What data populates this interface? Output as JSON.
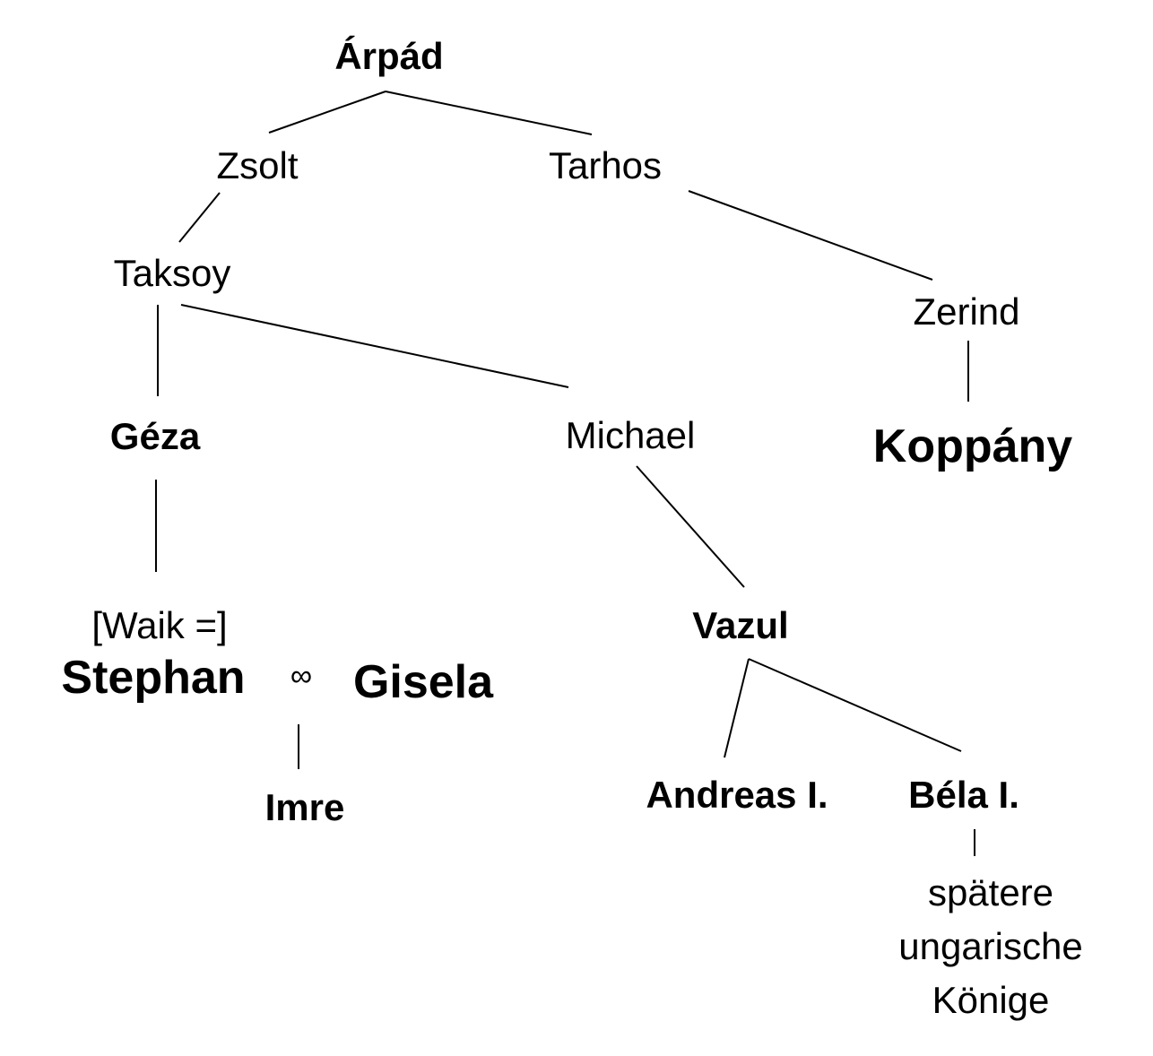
{
  "people": {
    "arpad": "Árpád",
    "zsolt": "Zsolt",
    "tarhos": "Tarhos",
    "taksoy": "Taksoy",
    "zerind": "Zerind",
    "geza": "Géza",
    "michael": "Michael",
    "koppany": "Koppány",
    "waik": "[Waik =]",
    "stephan": "Stephan",
    "marriage_symbol": "∞",
    "gisela": "Gisela",
    "vazul": "Vazul",
    "imre": "Imre",
    "andreas": "Andreas I.",
    "bela": "Béla I."
  },
  "later_kings": [
    "spätere",
    "ungarische",
    "Könige"
  ]
}
